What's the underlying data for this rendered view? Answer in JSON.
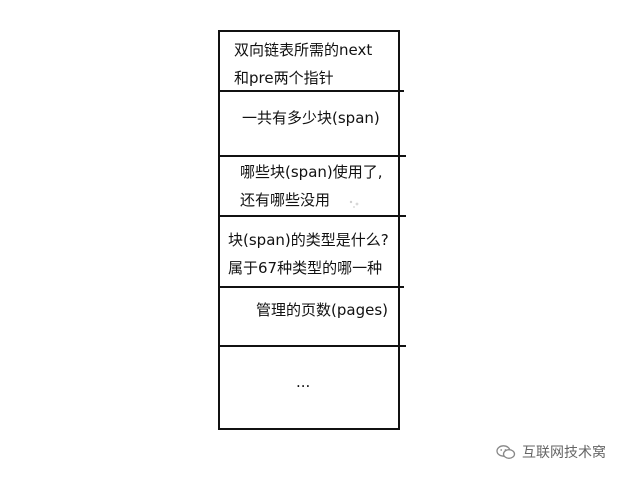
{
  "diagram": {
    "cells": [
      {
        "lines": [
          "双向链表所需的next",
          "和pre两个指针"
        ]
      },
      {
        "lines": [
          "一共有多少块(span)"
        ]
      },
      {
        "lines": [
          "哪些块(span)使用了,",
          "还有哪些没用"
        ]
      },
      {
        "lines": [
          "块(span)的类型是什么?",
          "属于67种类型的哪一种"
        ]
      },
      {
        "lines": [
          "管理的页数(pages)"
        ]
      },
      {
        "lines": [
          "..."
        ]
      }
    ]
  },
  "watermark": {
    "icon": "wechat-icon",
    "text": "互联网技术窝"
  }
}
